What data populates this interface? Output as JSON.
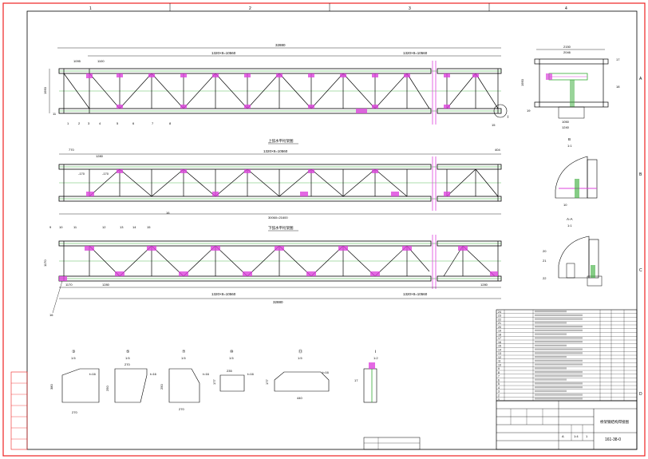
{
  "sheet": {
    "grid_top": [
      "1",
      "2",
      "3",
      "4"
    ],
    "grid_side": [
      "A",
      "B",
      "C",
      "D"
    ]
  },
  "elevation": {
    "overall_dim": "32880",
    "seg_dim_left": "1320×8=10560",
    "seg_dim_right": "1320×8=10560",
    "left_dim": "1095",
    "left_dim2": "1100",
    "height_dim": "1950",
    "part_numbers": [
      "1",
      "2",
      "3",
      "4",
      "5",
      "6",
      "7",
      "8"
    ],
    "tag_left": "11",
    "tag_right": "15",
    "tag_detail": "Ⅰ"
  },
  "section_view": {
    "width_dim": "2150",
    "width_dim2": "2046",
    "height_dim": "1950",
    "bottom_dim": "1050",
    "bottom_dim2": "1240",
    "tags": [
      "17",
      "18",
      "19"
    ]
  },
  "top_plan": {
    "title": "上弦水平桁架图",
    "dim_left": "770",
    "dim_1": "1280",
    "dim_2": "1320×8=10560",
    "dim_3": "404",
    "dim_4": "30060=21600",
    "label_a": "-170",
    "label_b": "-170",
    "tags": [
      "9",
      "10",
      "11",
      "12",
      "13",
      "14",
      "15",
      "16"
    ]
  },
  "bottom_plan": {
    "title": "下弦水平桁架图",
    "dim_left": "1170",
    "dim_1": "1280",
    "dim_2": "1320×8=10560",
    "dim_3": "1320×8=10560",
    "dim_4": "1280",
    "overall": "32880",
    "height_dim": "1170",
    "tag": "16"
  },
  "details": {
    "detail_b_label": "B",
    "detail_b_scale": "1:1",
    "detail_a_label": "A-A",
    "detail_a_scale": "1:1",
    "tags_a": [
      "20",
      "21",
      "22"
    ],
    "tag_b": "10"
  },
  "gusset_plates": [
    {
      "label": "③",
      "scale": "1:5",
      "w": "270",
      "h": "380",
      "t": "t=16"
    },
    {
      "label": "⑤",
      "scale": "1:5",
      "w": "270",
      "h": "250",
      "t": "t=16"
    },
    {
      "label": "⑦",
      "scale": "1:5",
      "w": "270",
      "h": "250",
      "t": "t=16"
    },
    {
      "label": "⑩",
      "scale": "1:5",
      "w": "235",
      "h": "177",
      "t": "t=16"
    },
    {
      "label": "⑬",
      "scale": "1:5",
      "w": "440",
      "h": "177",
      "t": "t=16"
    }
  ],
  "small_detail": {
    "label": "Ⅰ",
    "scale": "1:2",
    "tag": "17"
  },
  "bom": {
    "rows": [
      "24",
      "23",
      "22",
      "21",
      "20",
      "19",
      "18",
      "17",
      "16",
      "15",
      "14",
      "13",
      "12",
      "11",
      "10",
      "9",
      "8",
      "7",
      "6",
      "5",
      "4",
      "3",
      "2",
      "1"
    ]
  },
  "title_block": {
    "drawing_title": "桥架钢结构焊接图",
    "drawing_no": "161-38-0",
    "scale_a": "A",
    "scale_b": "1:4",
    "sheet": "1"
  },
  "left_block": {
    "rows": [
      "",
      "",
      "",
      "",
      "",
      "",
      ""
    ]
  },
  "bottom_block": {
    "rows": [
      "",
      ""
    ]
  }
}
